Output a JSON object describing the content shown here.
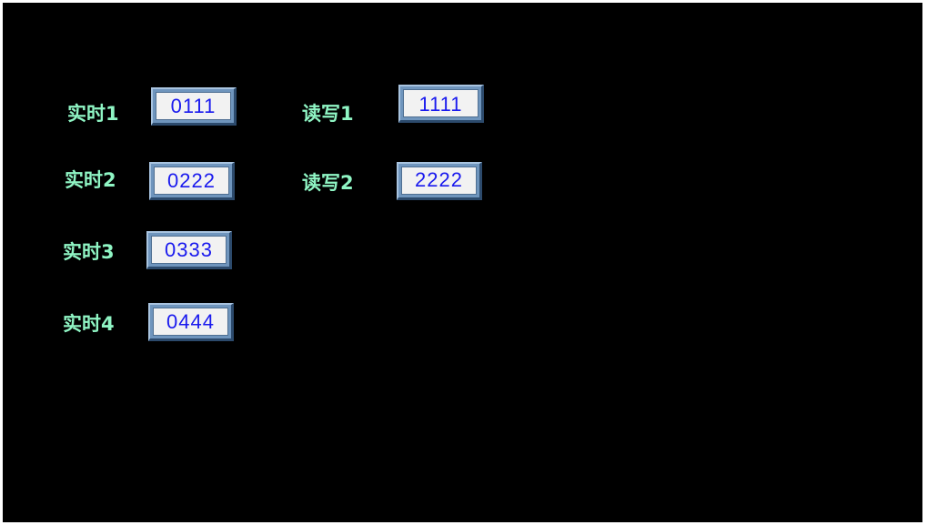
{
  "realtime": [
    {
      "label": "实时1",
      "value": "0111"
    },
    {
      "label": "实时2",
      "value": "0222"
    },
    {
      "label": "实时3",
      "value": "0333"
    },
    {
      "label": "实时4",
      "value": "0444"
    }
  ],
  "readwrite": [
    {
      "label": "读写1",
      "value": "1111"
    },
    {
      "label": "读写2",
      "value": "2222"
    }
  ],
  "colors": {
    "background": "#000000",
    "label": "#8ff5c4",
    "value_text": "#1a1aee",
    "box_frame": "#6f95bd",
    "box_fill": "#f2f2f2"
  }
}
